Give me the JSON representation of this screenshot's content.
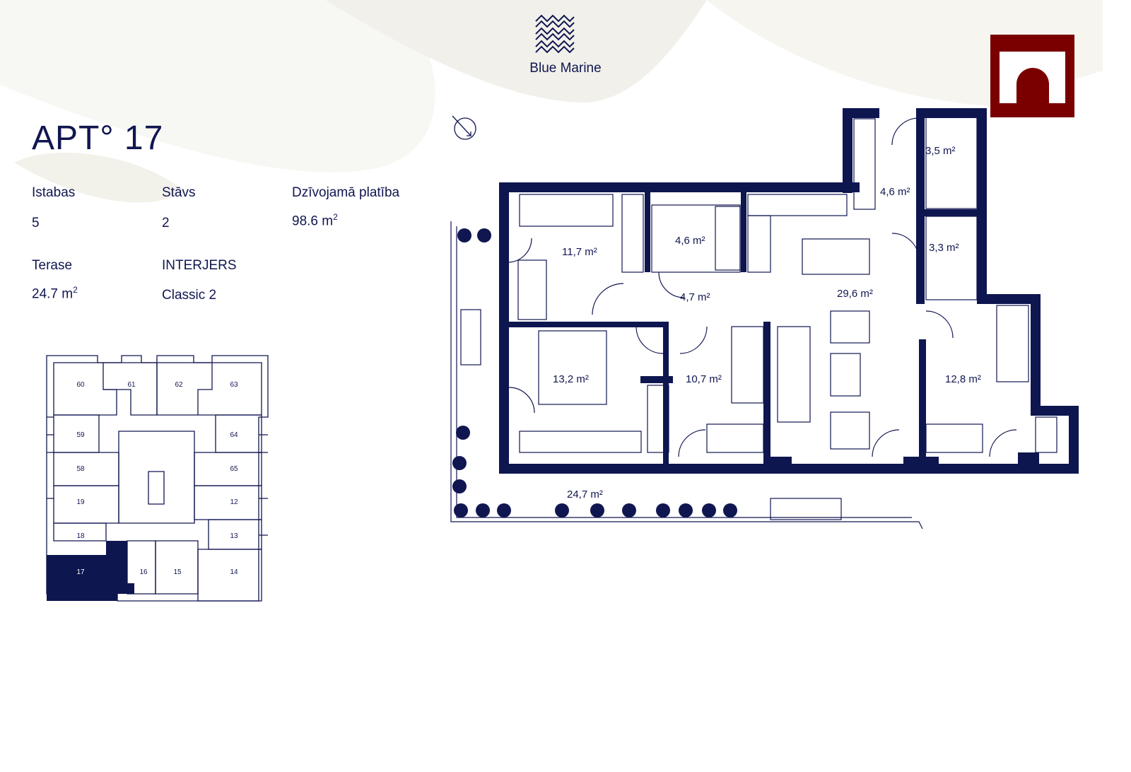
{
  "brand": {
    "name": "Blue Marine"
  },
  "title": "APT° 17",
  "specs": {
    "rooms": {
      "label": "Istabas",
      "value": "5"
    },
    "floor": {
      "label": "Stāvs",
      "value": "2"
    },
    "living_area": {
      "label": "Dzīvojamā platība",
      "value": "98.6 m",
      "sup": "2"
    },
    "terrace": {
      "label": "Terase",
      "value": "24.7 m",
      "sup": "2"
    },
    "interior": {
      "label": "INTERJERS",
      "value": "Classic 2"
    }
  },
  "plan": {
    "rooms": [
      "11,7 m²",
      "4,6 m²",
      "4,7 m²",
      "29,6 m²",
      "3,5 m²",
      "4,6 m²",
      "3,3 m²",
      "13,2 m²",
      "10,7 m²",
      "12,8 m²",
      "24,7 m²"
    ]
  },
  "site_plan": {
    "units": [
      "60",
      "61",
      "62",
      "63",
      "59",
      "64",
      "58",
      "65",
      "19",
      "12",
      "18",
      "13",
      "17",
      "16",
      "15",
      "14"
    ],
    "selected": "17"
  },
  "colors": {
    "navy": "#0e1650",
    "logo_red": "#7a0000"
  }
}
